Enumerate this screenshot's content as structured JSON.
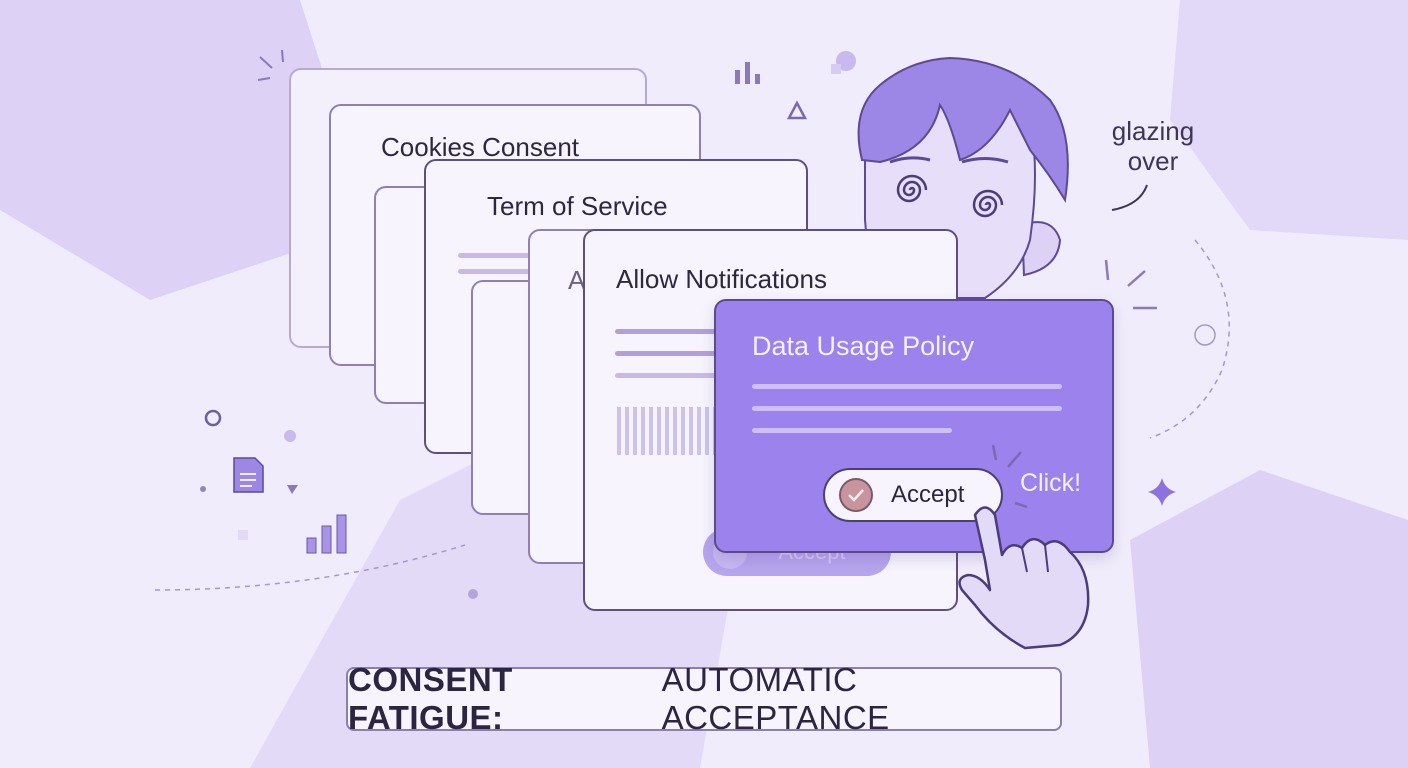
{
  "cards": {
    "cookies": {
      "title": "Cookies Consent"
    },
    "terms": {
      "title": "Term of Service"
    },
    "partial": {
      "title": "A"
    },
    "notifications": {
      "title": "Allow Notifications"
    },
    "policy": {
      "title": "Data Usage Policy",
      "accept_label": "Accept"
    },
    "ghost_button": {
      "label": "Accept"
    }
  },
  "annotations": {
    "glazing_line1": "glazing",
    "glazing_line2": "over",
    "click": "Click!"
  },
  "caption": {
    "bold": "CONSENT FATIGUE:",
    "regular": "AUTOMATIC ACCEPTANCE"
  },
  "colors": {
    "background": "#f1ecfb",
    "accent_purple": "#9b82ec",
    "outline": "#5d4f82",
    "check_badge": "#c8949e"
  },
  "icons": [
    "bar-chart-icon",
    "triangle-icon",
    "document-icon",
    "sparkle-icon",
    "spiral-eyes-icon",
    "pointing-hand-icon",
    "check-icon"
  ]
}
